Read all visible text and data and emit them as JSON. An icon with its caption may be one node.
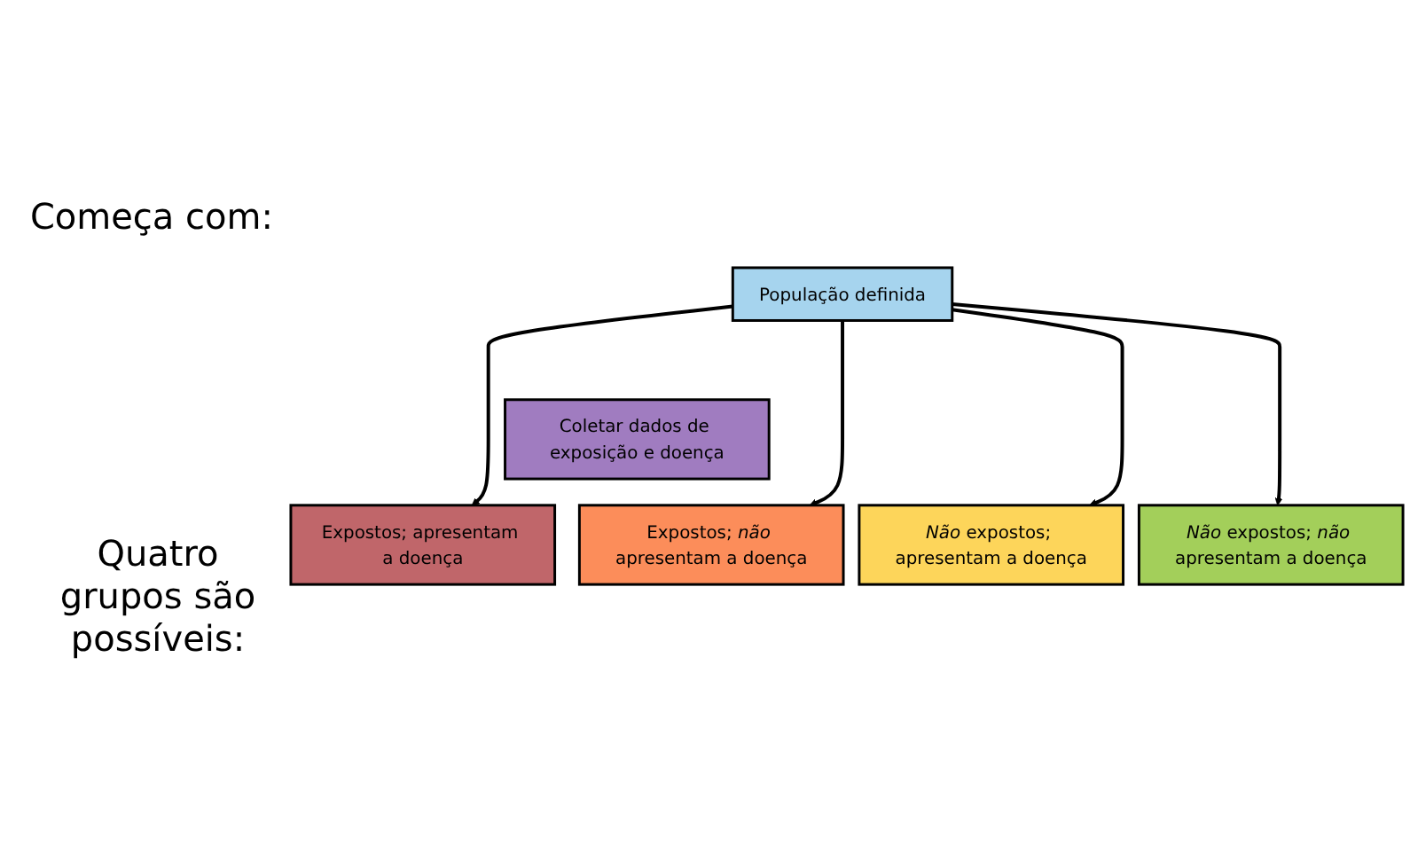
{
  "diagram": {
    "nodes": [
      {
        "text": [
          "População definida"
        ]
      },
      {
        "text": [
          "Coletar dados de exposição e doença"
        ]
      },
      {
        "text": [
          "Expostos; apresentam a doença"
        ]
      },
      {
        "text": [
          "Expostos; *não* apresentam a doença"
        ]
      },
      {
        "text": [
          "*Não* expostos; apresentam a doença"
        ]
      },
      {
        "text": [
          "*Não* expostos; *não* apresentam a doença"
        ]
      }
    ],
    "edges": [
      {
        "from": 0,
        "to": 2,
        "arrow": "to"
      },
      {
        "from": 0,
        "to": 3,
        "arrow": "to"
      },
      {
        "from": 0,
        "to": 4,
        "arrow": "to"
      },
      {
        "from": 0,
        "to": 5,
        "arrow": "to"
      }
    ],
    "labels": [
      "Começa com:",
      "Quatro grupos são possíveis:"
    ]
  }
}
